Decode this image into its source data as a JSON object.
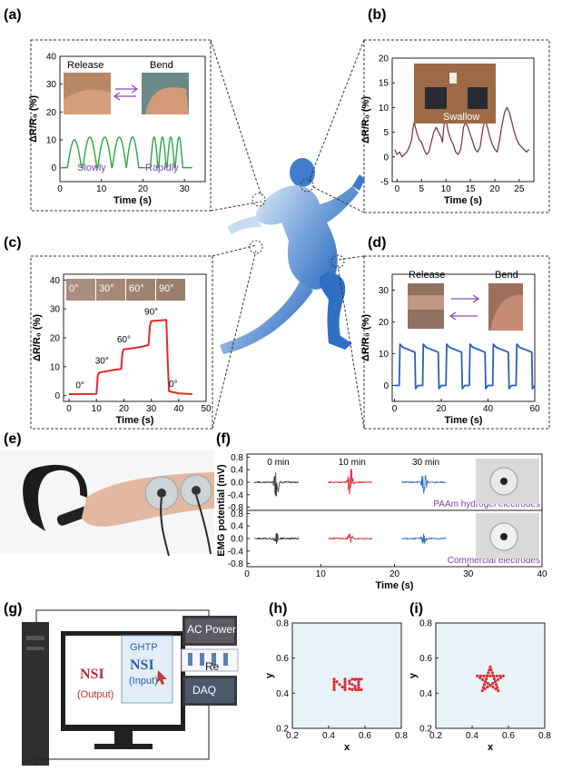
{
  "panels": {
    "a": "(a)",
    "b": "(b)",
    "c": "(c)",
    "d": "(d)",
    "e": "(e)",
    "f": "(f)",
    "g": "(g)",
    "h": "(h)",
    "i": "(i)"
  },
  "colors": {
    "a_line": "#27a845",
    "b_line": "#7a2d3b",
    "c_line": "#e8262a",
    "d_line": "#2d5fb5",
    "f_black": "#333333",
    "f_red": "#e0323a",
    "f_blue": "#2f6ab8",
    "hi_points": "#d9303a",
    "hi_bg": "#e7f3f7",
    "arrow": "#8b4bb5",
    "body_blue": "#3d7ccc"
  },
  "chart_data": [
    {
      "id": "a",
      "type": "line",
      "xlabel": "Time (s)",
      "ylabel": "ΔR/R₀ (%)",
      "xlim": [
        0,
        35
      ],
      "ylim": [
        -5,
        40
      ],
      "xticks": [
        0,
        10,
        20,
        30
      ],
      "yticks": [
        0,
        10,
        20,
        30,
        40
      ],
      "inset_labels": [
        "Release",
        "Bend"
      ],
      "annotations": [
        "Slowly",
        "Rapidly"
      ],
      "peaks": [
        {
          "t": 3.5,
          "w": 1.7,
          "h": 10
        },
        {
          "t": 7.2,
          "w": 1.7,
          "h": 11
        },
        {
          "t": 10.8,
          "w": 1.7,
          "h": 11
        },
        {
          "t": 14.3,
          "w": 1.7,
          "h": 11
        },
        {
          "t": 17.5,
          "w": 1.5,
          "h": 11
        },
        {
          "t": 22.7,
          "w": 0.9,
          "h": 11
        },
        {
          "t": 24.7,
          "w": 0.9,
          "h": 11
        },
        {
          "t": 26.7,
          "w": 0.9,
          "h": 11
        },
        {
          "t": 28.7,
          "w": 0.9,
          "h": 11
        }
      ],
      "baseline": 0
    },
    {
      "id": "b",
      "type": "line",
      "xlabel": "Time (s)",
      "ylabel": "ΔR/R₀ (%)",
      "xlim": [
        -1,
        28
      ],
      "ylim": [
        -5,
        20
      ],
      "xticks": [
        0,
        5,
        10,
        15,
        20,
        25
      ],
      "yticks": [
        -5,
        0,
        5,
        10,
        15,
        20
      ],
      "inset_labels": [
        "Swallow"
      ],
      "x": [
        -0.5,
        0,
        0.5,
        1,
        1.5,
        2,
        2.5,
        3,
        3.2,
        3.5,
        4,
        4.5,
        5,
        5.5,
        6,
        6.5,
        7,
        7.5,
        8,
        8.5,
        9,
        9.3,
        9.6,
        10,
        10.5,
        11,
        11.5,
        12,
        12.5,
        13,
        13.3,
        13.6,
        14,
        14.5,
        15,
        15.5,
        16,
        16.5,
        17,
        17.3,
        17.6,
        18,
        18.5,
        19,
        19.5,
        20,
        20.5,
        21,
        21.5,
        22,
        22.5,
        23,
        23.5,
        24,
        24.5,
        25,
        25.5,
        26,
        26.5,
        27
      ],
      "y": [
        1.5,
        0.5,
        1,
        0,
        0.5,
        1,
        2,
        3.5,
        5.5,
        7,
        5,
        3.5,
        3,
        1.5,
        0.5,
        1,
        3,
        5,
        6,
        5,
        4,
        3,
        6.5,
        7.5,
        5,
        3.5,
        2.5,
        1,
        0.5,
        1.5,
        3.5,
        6,
        7,
        6,
        4.5,
        3,
        1.5,
        1,
        2,
        4,
        6,
        7.5,
        6,
        4,
        2.5,
        1.5,
        1,
        3.5,
        6.5,
        9,
        10,
        9,
        7,
        5,
        3.5,
        2.5,
        2,
        1.5,
        1,
        1.5
      ]
    },
    {
      "id": "c",
      "type": "line",
      "xlabel": "Time (s)",
      "ylabel": "ΔR/R₀ (%)",
      "xlim": [
        -2,
        50
      ],
      "ylim": [
        -2,
        42
      ],
      "xticks": [
        0,
        10,
        20,
        30,
        40,
        50
      ],
      "yticks": [
        0,
        10,
        20,
        30,
        40
      ],
      "inset_labels": [
        "0°",
        "30°",
        "60°",
        "90°"
      ],
      "annotations": [
        {
          "text": "0°",
          "x": 4,
          "y": 2.5
        },
        {
          "text": "30°",
          "x": 12,
          "y": 11
        },
        {
          "text": "60°",
          "x": 20,
          "y": 18.5
        },
        {
          "text": "90°",
          "x": 30,
          "y": 28
        },
        {
          "text": "0°",
          "x": 38,
          "y": 3
        }
      ],
      "x": [
        0,
        10,
        10.5,
        11,
        14,
        17,
        19,
        19.5,
        20,
        24,
        27,
        29,
        29.5,
        30,
        33,
        35.5,
        36,
        36.5,
        40,
        45
      ],
      "y": [
        0.5,
        0.6,
        7,
        8,
        8.5,
        9,
        9.2,
        15,
        16,
        16.5,
        17,
        17.5,
        24,
        25.8,
        26,
        26.2,
        12,
        1.5,
        0.8,
        0.5
      ]
    },
    {
      "id": "d",
      "type": "line",
      "xlabel": "Time (s)",
      "ylabel": "ΔR/R₀ (%)",
      "xlim": [
        -1,
        60
      ],
      "ylim": [
        -5,
        35
      ],
      "xticks": [
        0,
        20,
        40,
        60
      ],
      "yticks": [
        0,
        10,
        20,
        30
      ],
      "inset_labels": [
        "Release",
        "Bend"
      ],
      "pulses": [
        [
          2,
          9
        ],
        [
          12,
          19
        ],
        [
          22,
          29
        ],
        [
          32,
          39
        ],
        [
          42,
          49
        ],
        [
          52,
          59
        ]
      ],
      "high": 12,
      "low": 0
    },
    {
      "id": "f",
      "type": "line",
      "xlabel": "Time (s)",
      "ylabel": "EMG potential (mV)",
      "xlim": [
        0,
        40
      ],
      "ylim": [
        -0.9,
        0.9
      ],
      "xticks": [
        0,
        10,
        20,
        30,
        40
      ],
      "yticks": [
        0.8,
        0.4,
        0.0,
        -0.4,
        -0.8
      ],
      "top_labels": [
        "0 min",
        "10 min",
        "30 min"
      ],
      "bursts": [
        4,
        14,
        24
      ],
      "series": [
        {
          "name": "PAAm hydrogel electrodes",
          "amp": 0.5
        },
        {
          "name": "Commercial electrodes",
          "amp": 0.2
        }
      ]
    },
    {
      "id": "h",
      "type": "scatter",
      "xlabel": "x",
      "ylabel": "y",
      "xlim": [
        0.2,
        0.8
      ],
      "ylim": [
        0.2,
        0.8
      ],
      "xticks": [
        0.2,
        0.4,
        0.6,
        0.8
      ],
      "yticks": [
        0.2,
        0.4,
        0.6,
        0.8
      ],
      "x": [
        0.43,
        0.43,
        0.43,
        0.43,
        0.43,
        0.445,
        0.46,
        0.475,
        0.49,
        0.49,
        0.49,
        0.49,
        0.49,
        0.545,
        0.53,
        0.515,
        0.515,
        0.53,
        0.545,
        0.545,
        0.53,
        0.515,
        0.565,
        0.565,
        0.565,
        0.565,
        0.565,
        0.55,
        0.58,
        0.55,
        0.58
      ],
      "y": [
        0.42,
        0.435,
        0.45,
        0.465,
        0.48,
        0.465,
        0.45,
        0.435,
        0.42,
        0.435,
        0.45,
        0.465,
        0.48,
        0.478,
        0.48,
        0.47,
        0.455,
        0.45,
        0.44,
        0.428,
        0.42,
        0.425,
        0.42,
        0.435,
        0.45,
        0.465,
        0.48,
        0.48,
        0.48,
        0.42,
        0.42
      ]
    },
    {
      "id": "i",
      "type": "scatter",
      "xlabel": "x",
      "ylabel": "y",
      "xlim": [
        0.2,
        0.8
      ],
      "ylim": [
        0.2,
        0.8
      ],
      "xticks": [
        0.2,
        0.4,
        0.6,
        0.8
      ],
      "yticks": [
        0.2,
        0.4,
        0.6,
        0.8
      ],
      "star": {
        "cx": 0.5,
        "cy": 0.475,
        "r": 0.075
      }
    }
  ],
  "labels": {
    "nsi_output": "NSI",
    "nsi_output_sub": "(Output)",
    "ghtp": "GHTP",
    "nsi_input": "NSI",
    "nsi_input_sub": "(Input)",
    "ac_power": "AC Power",
    "re": "Re",
    "daq": "DAQ"
  }
}
